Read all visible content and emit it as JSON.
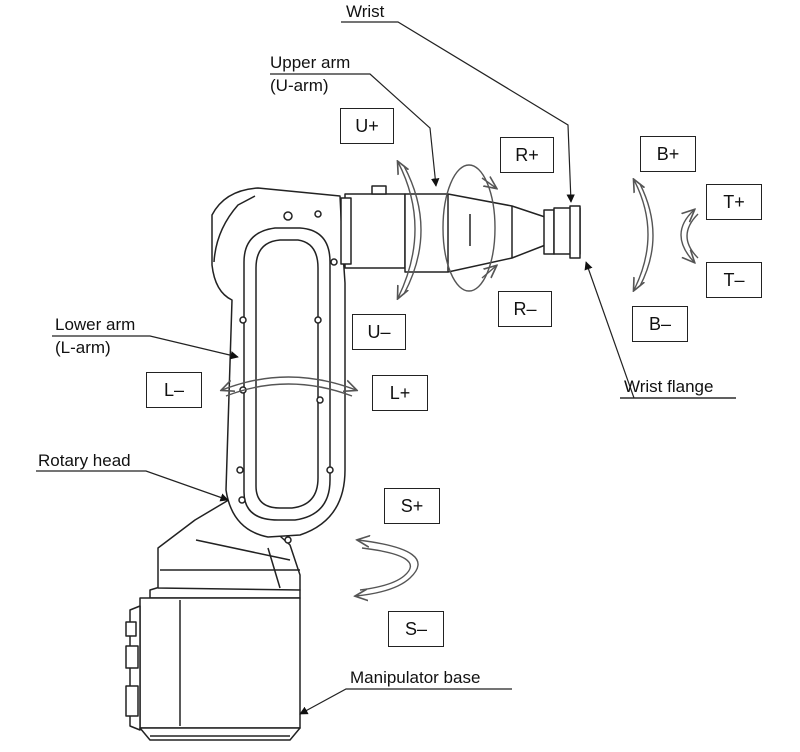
{
  "labels": {
    "wrist": "Wrist",
    "upper_arm": "Upper arm",
    "upper_arm_sub": "(U-arm)",
    "lower_arm": "Lower arm",
    "lower_arm_sub": "(L-arm)",
    "rotary_head": "Rotary head",
    "wrist_flange": "Wrist flange",
    "manipulator_base": "Manipulator base"
  },
  "axes": {
    "u_plus": "U+",
    "u_minus": "U–",
    "r_plus": "R+",
    "r_minus": "R–",
    "b_plus": "B+",
    "b_minus": "B–",
    "t_plus": "T+",
    "t_minus": "T–",
    "l_plus": "L+",
    "l_minus": "L–",
    "s_plus": "S+",
    "s_minus": "S–"
  },
  "colors": {
    "line": "#222222",
    "fill": "#ffffff",
    "shade": "#e6e6e6"
  }
}
